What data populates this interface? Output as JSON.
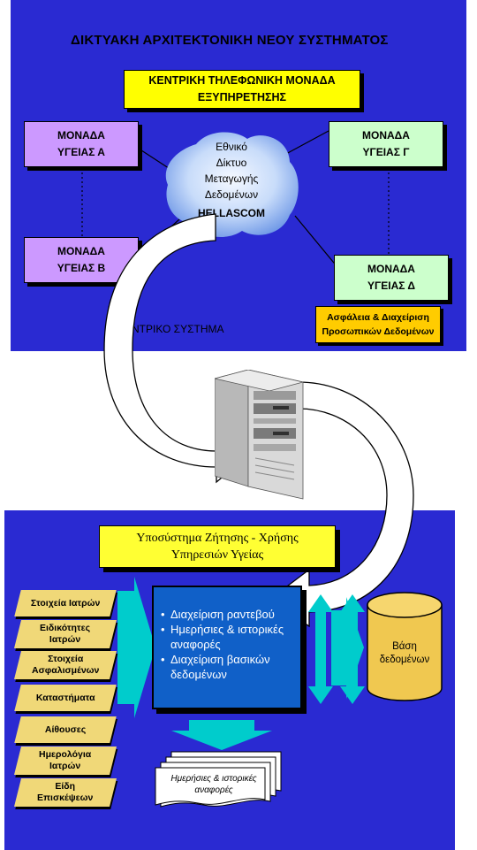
{
  "top_panel": {
    "title": "ΔΙΚΤΥΑΚΗ ΑΡΧΙΤΕΚΤΟΝΙΚΗ ΝΕΟΥ ΣΥΣΤΗΜΑΤΟΣ",
    "central_unit": {
      "line1": "ΚΕΝΤΡΙΚΗ ΤΗΛΕΦΩΝΙΚΗ ΜΟΝΑΔΑ",
      "line2": "ΕΞΥΠΗΡΕΤΗΣΗΣ"
    },
    "units": {
      "a": {
        "line1": "ΜΟΝΑΔΑ",
        "line2": "ΥΓΕΙΑΣ Α"
      },
      "b": {
        "line1": "ΜΟΝΑΔΑ",
        "line2": "ΥΓΕΙΑΣ Β"
      },
      "c": {
        "line1": "ΜΟΝΑΔΑ",
        "line2": "ΥΓΕΙΑΣ Γ"
      },
      "d": {
        "line1": "ΜΟΝΑΔΑ",
        "line2": "ΥΓΕΙΑΣ Δ"
      }
    },
    "network": {
      "line1": "Εθνικό",
      "line2": "Δίκτυο",
      "line3": "Μεταγωγής",
      "line4": "Δεδομένων",
      "line5": "HELLASCOM"
    },
    "security": {
      "line1": "Ασφάλεια & Διαχείριση",
      "line2": "Προσωπικών Δεδομένων"
    },
    "central_system_caption": "ΚΕΝΤΡΙΚΟ ΣΥΣΤΗΜΑ"
  },
  "bottom_panel": {
    "subsystem": {
      "line1": "Υποσύστημα Ζήτησης - Χρήσης",
      "line2": "Υπηρεσιών Υγείας"
    },
    "inputs": [
      {
        "line1": "Στοιχεία Ιατρών",
        "line2": ""
      },
      {
        "line1": "Ειδικότητες",
        "line2": "Ιατρών"
      },
      {
        "line1": "Στοιχεία",
        "line2": "Ασφαλισμένων"
      },
      {
        "line1": "Καταστήματα",
        "line2": ""
      },
      {
        "line1": "Αίθουσες",
        "line2": ""
      },
      {
        "line1": "Ημερολόγια",
        "line2": "Ιατρών"
      },
      {
        "line1": "Είδη",
        "line2": "Επισκέψεων"
      }
    ],
    "features": [
      "Διαχείριση ραντεβού",
      "Ημερήσιες & ιστορικές αναφορές",
      "Διαχείριση βασικών δεδομένων"
    ],
    "database": {
      "line1": "Βάση",
      "line2": "δεδομένων"
    },
    "reports": {
      "line1": "Ημερήσιες & ιστορικές",
      "line2": "αναφορές"
    }
  },
  "colors": {
    "panel": "#2a2ad2",
    "central": "#ffff00",
    "purple": "#cc99ff",
    "green": "#ccffcc",
    "security": "#ffcc00",
    "feature": "#1060c8",
    "arrow": "#00cccc",
    "database": "#f0c850"
  }
}
